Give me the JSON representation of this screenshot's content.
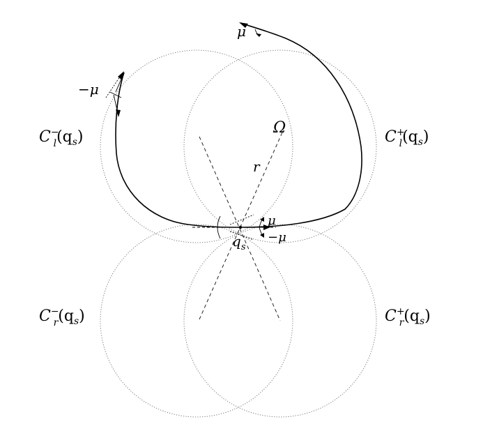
{
  "labels": {
    "cl_minus": {
      "base": "C",
      "sub": "l",
      "sup": "−",
      "arg": "(q",
      "argsub": "s",
      "close": ")"
    },
    "cl_plus": {
      "base": "C",
      "sub": "l",
      "sup": "+",
      "arg": "(q",
      "argsub": "s",
      "close": ")"
    },
    "cr_minus": {
      "base": "C",
      "sub": "r",
      "sup": "−",
      "arg": "(q",
      "argsub": "s",
      "close": ")"
    },
    "cr_plus": {
      "base": "C",
      "sub": "r",
      "sup": "+",
      "arg": "(q",
      "argsub": "s",
      "close": ")"
    },
    "omega": "Ω",
    "r": "r",
    "qs_base": "q",
    "qs_sub": "s",
    "mu_top": "μ",
    "mu_left": "−μ",
    "mu_center_up": "μ",
    "mu_center_down": "−μ"
  },
  "colors": {
    "circle_stroke": "#777777",
    "path_stroke": "#000000"
  }
}
